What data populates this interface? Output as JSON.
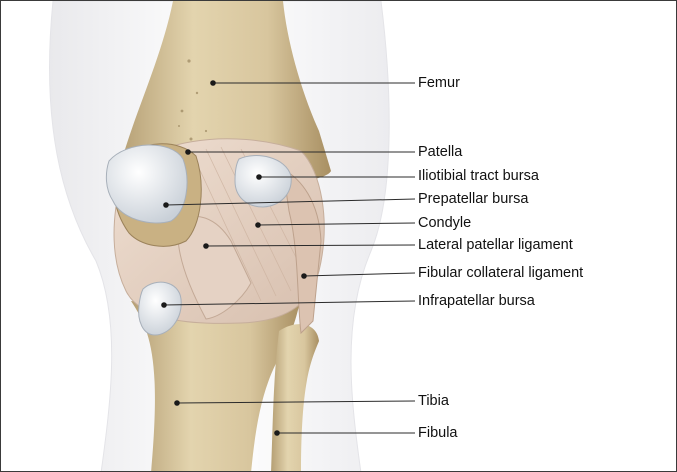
{
  "labels": {
    "femur": "Femur",
    "patella": "Patella",
    "iliotibial_tract_bursa": "Iliotibial tract bursa",
    "prepatellar_bursa": "Prepatellar bursa",
    "condyle": "Condyle",
    "lateral_patellar_ligament": "Lateral patellar ligament",
    "fibular_collateral_ligament": "Fibular collateral ligament",
    "infrapatellar_bursa": "Infrapatellar bursa",
    "tibia": "Tibia",
    "fibula": "Fibula"
  },
  "colors": {
    "bone": "#d9c9a3",
    "bone_shadow": "#b9a57c",
    "ligament": "#e3cfc0",
    "bursa": "#eef1f4",
    "leader_line": "#2b2b2b",
    "skin_outline": "#ececec"
  }
}
